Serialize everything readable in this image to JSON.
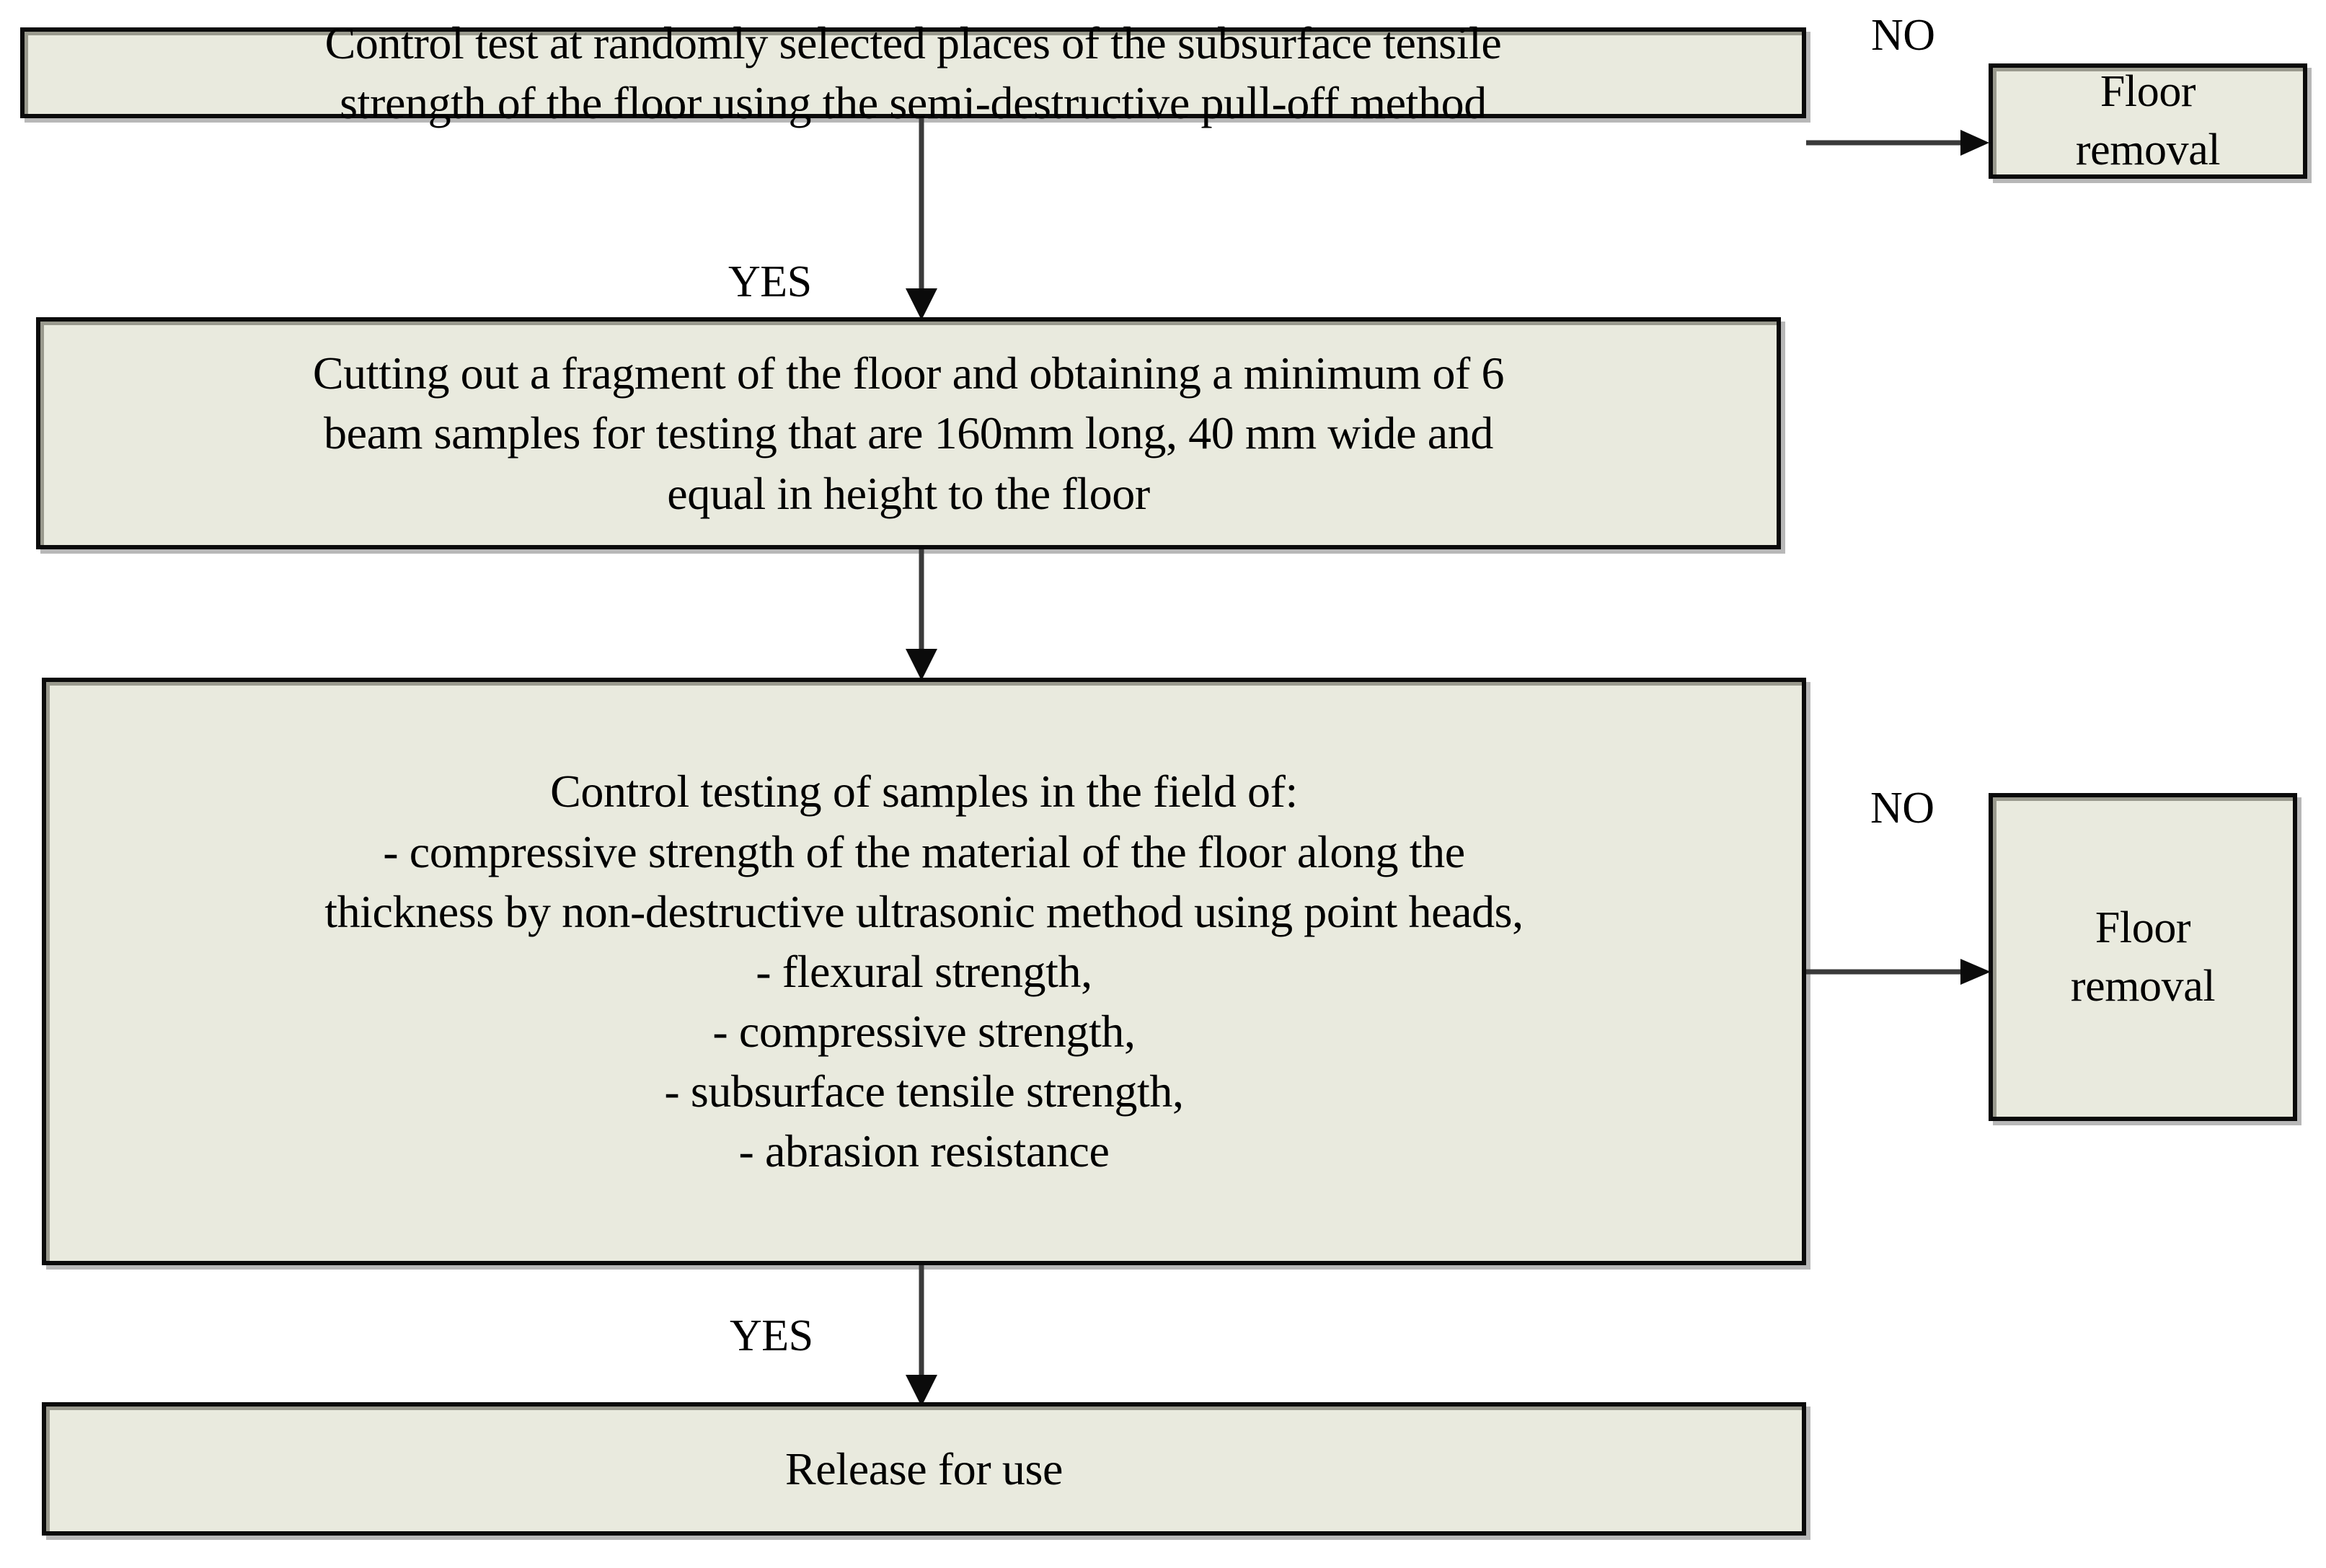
{
  "diagram": {
    "title": "Floor control testing and release flowchart",
    "background_color": "#ffffff",
    "node_fill_color": "#e9eade",
    "node_border_color": "#0b0b0b",
    "text_color": "#000000",
    "connector_color": "#3a3a3a"
  },
  "nodes": {
    "control_test": {
      "id": "control-test",
      "lines": [
        "Control test at randomly selected places of the subsurface tensile",
        "strength of the floor using the semi-destructive pull-off method"
      ]
    },
    "floor_removal_top": {
      "id": "floor-removal-top",
      "lines": [
        "Floor",
        "removal"
      ]
    },
    "cutting_fragment": {
      "id": "cutting-fragment",
      "lines": [
        "Cutting out a fragment of the floor and obtaining a minimum of 6",
        "beam samples for testing that are 160mm long, 40 mm wide and",
        "equal in height to the floor"
      ]
    },
    "control_testing": {
      "id": "control-testing",
      "lines": [
        "Control testing of samples in the field of:",
        "- compressive strength of the material of the floor along the",
        "thickness by non-destructive ultrasonic method using point heads,",
        "- flexural strength,",
        "- compressive strength,",
        "- subsurface tensile strength,",
        "- abrasion resistance"
      ]
    },
    "floor_removal_mid": {
      "id": "floor-removal-mid",
      "lines": [
        "Floor",
        "removal"
      ]
    },
    "release_for_use": {
      "id": "release-for-use",
      "lines": [
        "Release for use"
      ]
    }
  },
  "edge_labels": {
    "no_top": "NO",
    "yes_top": "YES",
    "no_mid": "NO",
    "yes_bottom": "YES"
  }
}
